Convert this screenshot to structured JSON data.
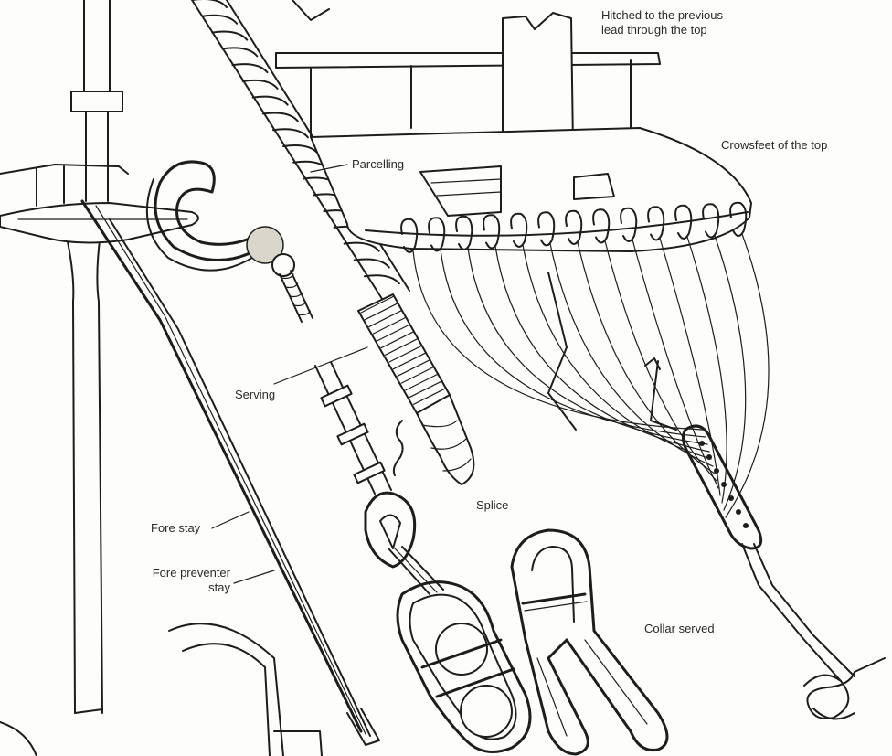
{
  "labels": {
    "hitched_line1": "Hitched to the previous",
    "hitched_line2": "lead through the top",
    "crowsfeet": "Crowsfeet of the top",
    "parcelling": "Parcelling",
    "serving": "Serving",
    "splice": "Splice",
    "fore_stay": "Fore stay",
    "fore_preventer_line1": "Fore preventer",
    "fore_preventer_line2": "stay",
    "collar_served": "Collar served"
  },
  "colors": {
    "ink": "#1d1d1b",
    "paper": "#fdfdfb"
  }
}
